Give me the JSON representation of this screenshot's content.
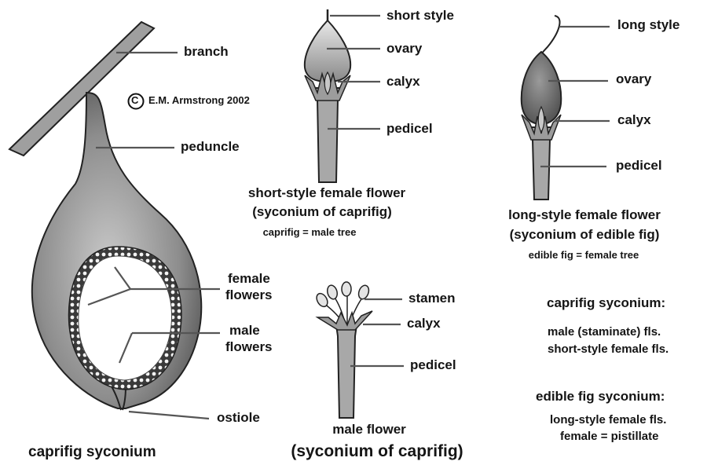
{
  "copyright": {
    "symbol": "C",
    "text": "E.M. Armstrong 2002"
  },
  "syconium": {
    "labels": {
      "branch": "branch",
      "peduncle": "peduncle",
      "female_flowers": [
        "female",
        "flowers"
      ],
      "male_flowers": [
        "male",
        "flowers"
      ],
      "ostiole": "ostiole"
    },
    "caption": "caprifig syconium"
  },
  "short_style_flower": {
    "labels": {
      "style": "short style",
      "ovary": "ovary",
      "calyx": "calyx",
      "pedicel": "pedicel"
    },
    "caption": [
      "short-style female flower",
      "(syconium of caprifig)"
    ],
    "note": "caprifig = male tree"
  },
  "long_style_flower": {
    "labels": {
      "style": "long style",
      "ovary": "ovary",
      "calyx": "calyx",
      "pedicel": "pedicel"
    },
    "caption": [
      "long-style female flower",
      "(syconium of edible fig)"
    ],
    "note": "edible fig = female tree"
  },
  "male_flower": {
    "labels": {
      "stamen": "stamen",
      "calyx": "calyx",
      "pedicel": "pedicel"
    },
    "caption": "male flower",
    "subcaption": "(syconium of caprifig)"
  },
  "summary": {
    "caprifig": {
      "heading": "caprifig syconium:",
      "lines": [
        "male (staminate) fls.",
        "short-style female fls."
      ]
    },
    "edible": {
      "heading": "edible fig syconium:",
      "lines": [
        "long-style female fls.",
        "female = pistillate"
      ]
    }
  },
  "colors": {
    "ink": "#151515",
    "stroke": "#555555",
    "fill_light": "#b9b9b9",
    "fill_dark": "#6e6e6e"
  }
}
